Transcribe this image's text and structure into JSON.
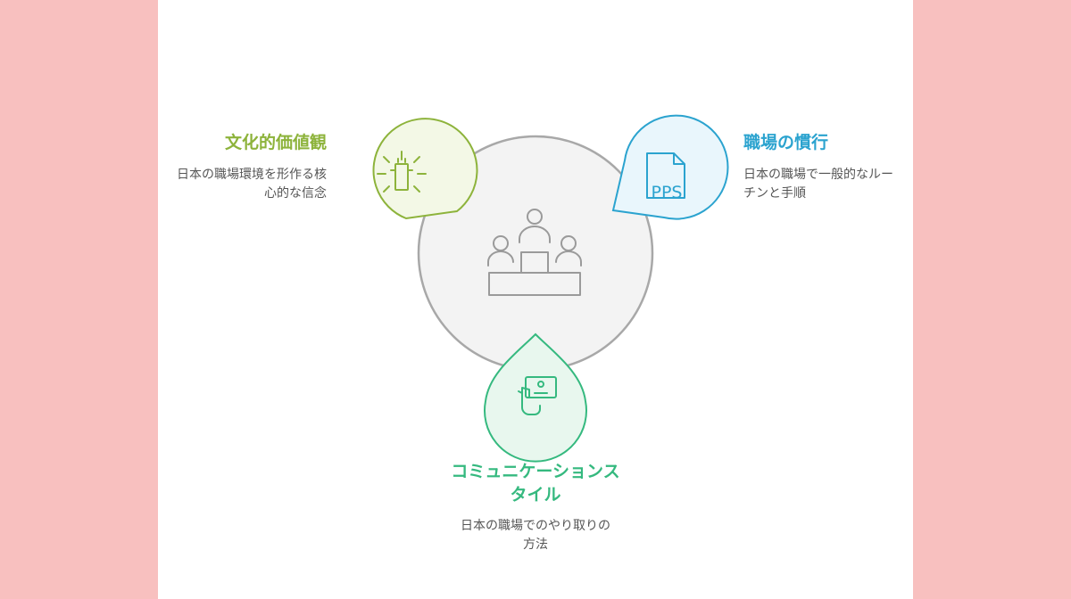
{
  "colors": {
    "background": "#f8c0bf",
    "canvas": "#ffffff",
    "values_accent": "#8db33b",
    "practices_accent": "#2ba3cf",
    "communication_accent": "#35b97f",
    "center_stroke": "#a8a8a8"
  },
  "center": {
    "icon": "podium-people-icon"
  },
  "nodes": [
    {
      "id": "values",
      "icon": "cross-sparkle-icon",
      "title": "文化的価値観",
      "description": "日本の職場環境を形作る核心的な信念"
    },
    {
      "id": "practices",
      "icon": "pps-document-icon",
      "title": "職場の慣行",
      "description": "日本の職場で一般的なルーチンと手順"
    },
    {
      "id": "communication",
      "icon": "hand-holding-card-icon",
      "title": "コミュニケーションスタイル",
      "description": "日本の職場でのやり取りの方法"
    }
  ]
}
